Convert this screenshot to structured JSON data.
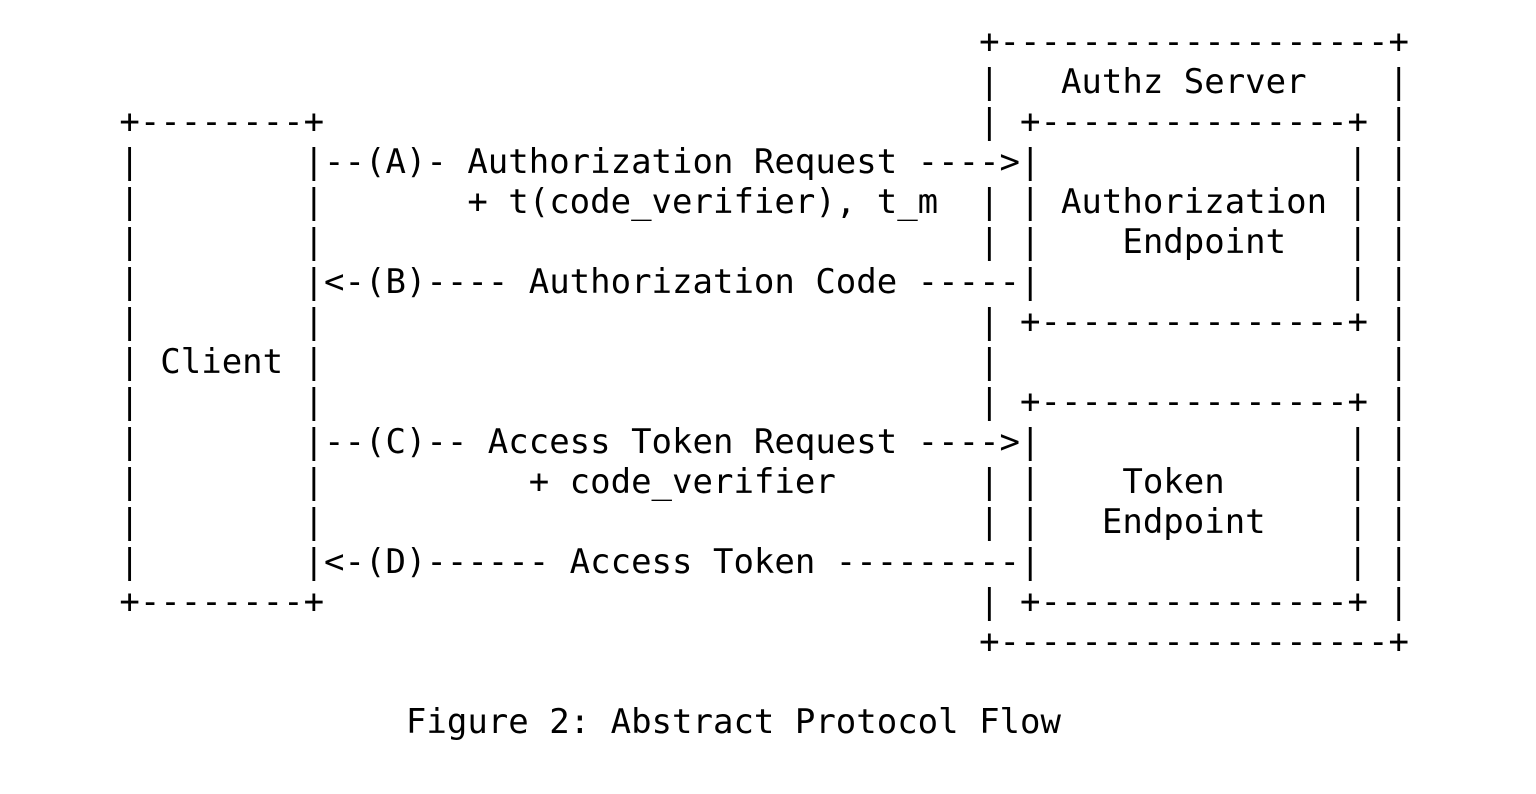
{
  "figure": {
    "ascii_lines": [
      "                                               +-------------------+",
      "                                               |   Authz Server    |",
      "     +--------+                                | +---------------+ |",
      "     |        |--(A)- Authorization Request ---->|               | |",
      "     |        |       + t(code_verifier), t_m  | | Authorization | |",
      "     |        |                                | |    Endpoint   | |",
      "     |        |<-(B)---- Authorization Code -----|               | |",
      "     |        |                                | +---------------+ |",
      "     | Client |                                |                   |",
      "     |        |                                | +---------------+ |",
      "     |        |--(C)-- Access Token Request ---->|               | |",
      "     |        |          + code_verifier       | |    Token      | |",
      "     |        |                                | |   Endpoint    | |",
      "     |        |<-(D)------ Access Token ---------|               | |",
      "     +--------+                                | +---------------+ |",
      "                                               +-------------------+",
      " ",
      "                   Figure 2: Abstract Protocol Flow"
    ],
    "caption": "Figure 2: Abstract Protocol Flow",
    "entities": {
      "client": "Client",
      "authorization_server": "Authz Server",
      "authorization_endpoint": "Authorization Endpoint",
      "token_endpoint": "Token Endpoint"
    },
    "steps": [
      {
        "id": "A",
        "label": "Authorization Request",
        "detail": "+ t(code_verifier), t_m",
        "direction": "client-to-authorization-endpoint"
      },
      {
        "id": "B",
        "label": "Authorization Code",
        "detail": "",
        "direction": "authorization-endpoint-to-client"
      },
      {
        "id": "C",
        "label": "Access Token Request",
        "detail": "+ code_verifier",
        "direction": "client-to-token-endpoint"
      },
      {
        "id": "D",
        "label": "Access Token",
        "detail": "",
        "direction": "token-endpoint-to-client"
      }
    ],
    "colors": {
      "foreground": "#000000",
      "background": "#ffffff"
    }
  }
}
